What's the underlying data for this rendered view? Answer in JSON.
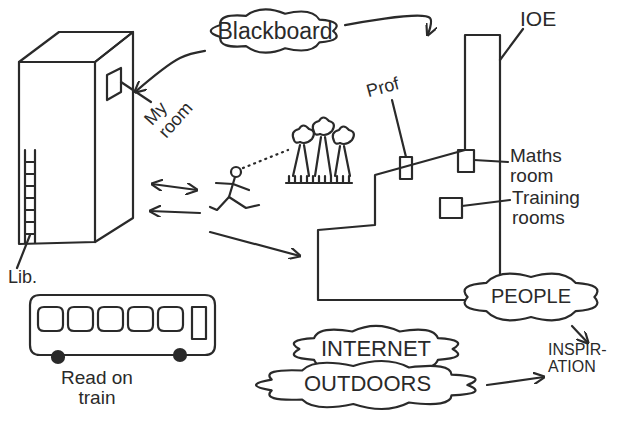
{
  "diagram": {
    "nodes": [
      {
        "text": [
          "Blackboard"
        ]
      },
      {
        "text": [
          "My room",
          "Lib."
        ]
      },
      {
        "text": [
          "IOE"
        ]
      },
      {
        "text": [
          "Prof"
        ],
        "in": 2
      },
      {
        "text": [
          "Maths room"
        ],
        "in": 2
      },
      {
        "text": [
          "Training rooms"
        ],
        "in": 2
      },
      {
        "text": [
          "Read on train"
        ]
      },
      {
        "text": [
          "PEOPLE"
        ]
      },
      {
        "text": [
          "INTERNET"
        ]
      },
      {
        "text": [
          "OUTDOORS"
        ]
      }
    ],
    "edges": [
      {
        "from": 0,
        "to": 1,
        "arrow": "to"
      },
      {
        "from": 0,
        "to": 2,
        "arrow": "to"
      }
    ],
    "labels": [
      "INSPIR-ATION"
    ]
  }
}
